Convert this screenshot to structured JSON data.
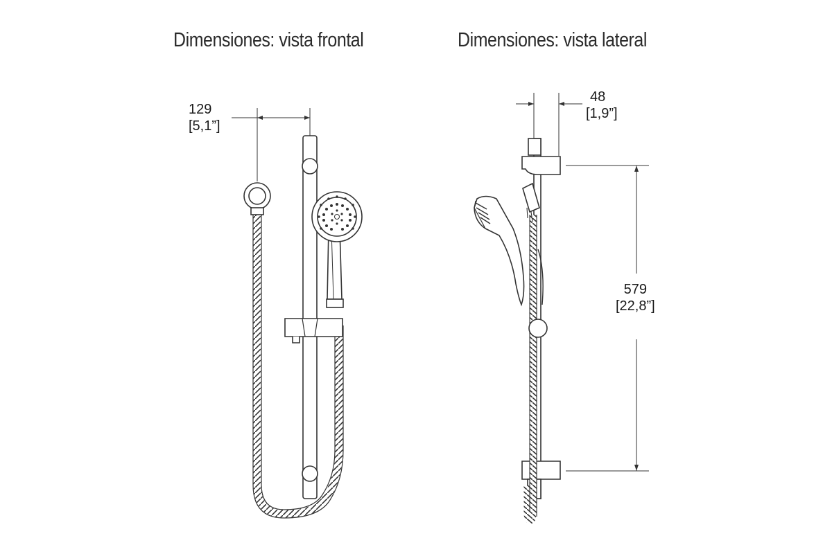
{
  "titles": {
    "front": "Dimensiones: vista frontal",
    "side": "Dimensiones: vista lateral"
  },
  "dimensions": {
    "hose_holder_offset": {
      "mm": "129",
      "in": "[5,1”]"
    },
    "rail_depth": {
      "mm": "48",
      "in": "[1,9”]"
    },
    "rail_height": {
      "mm": "579",
      "in": "[22,8”]"
    }
  }
}
